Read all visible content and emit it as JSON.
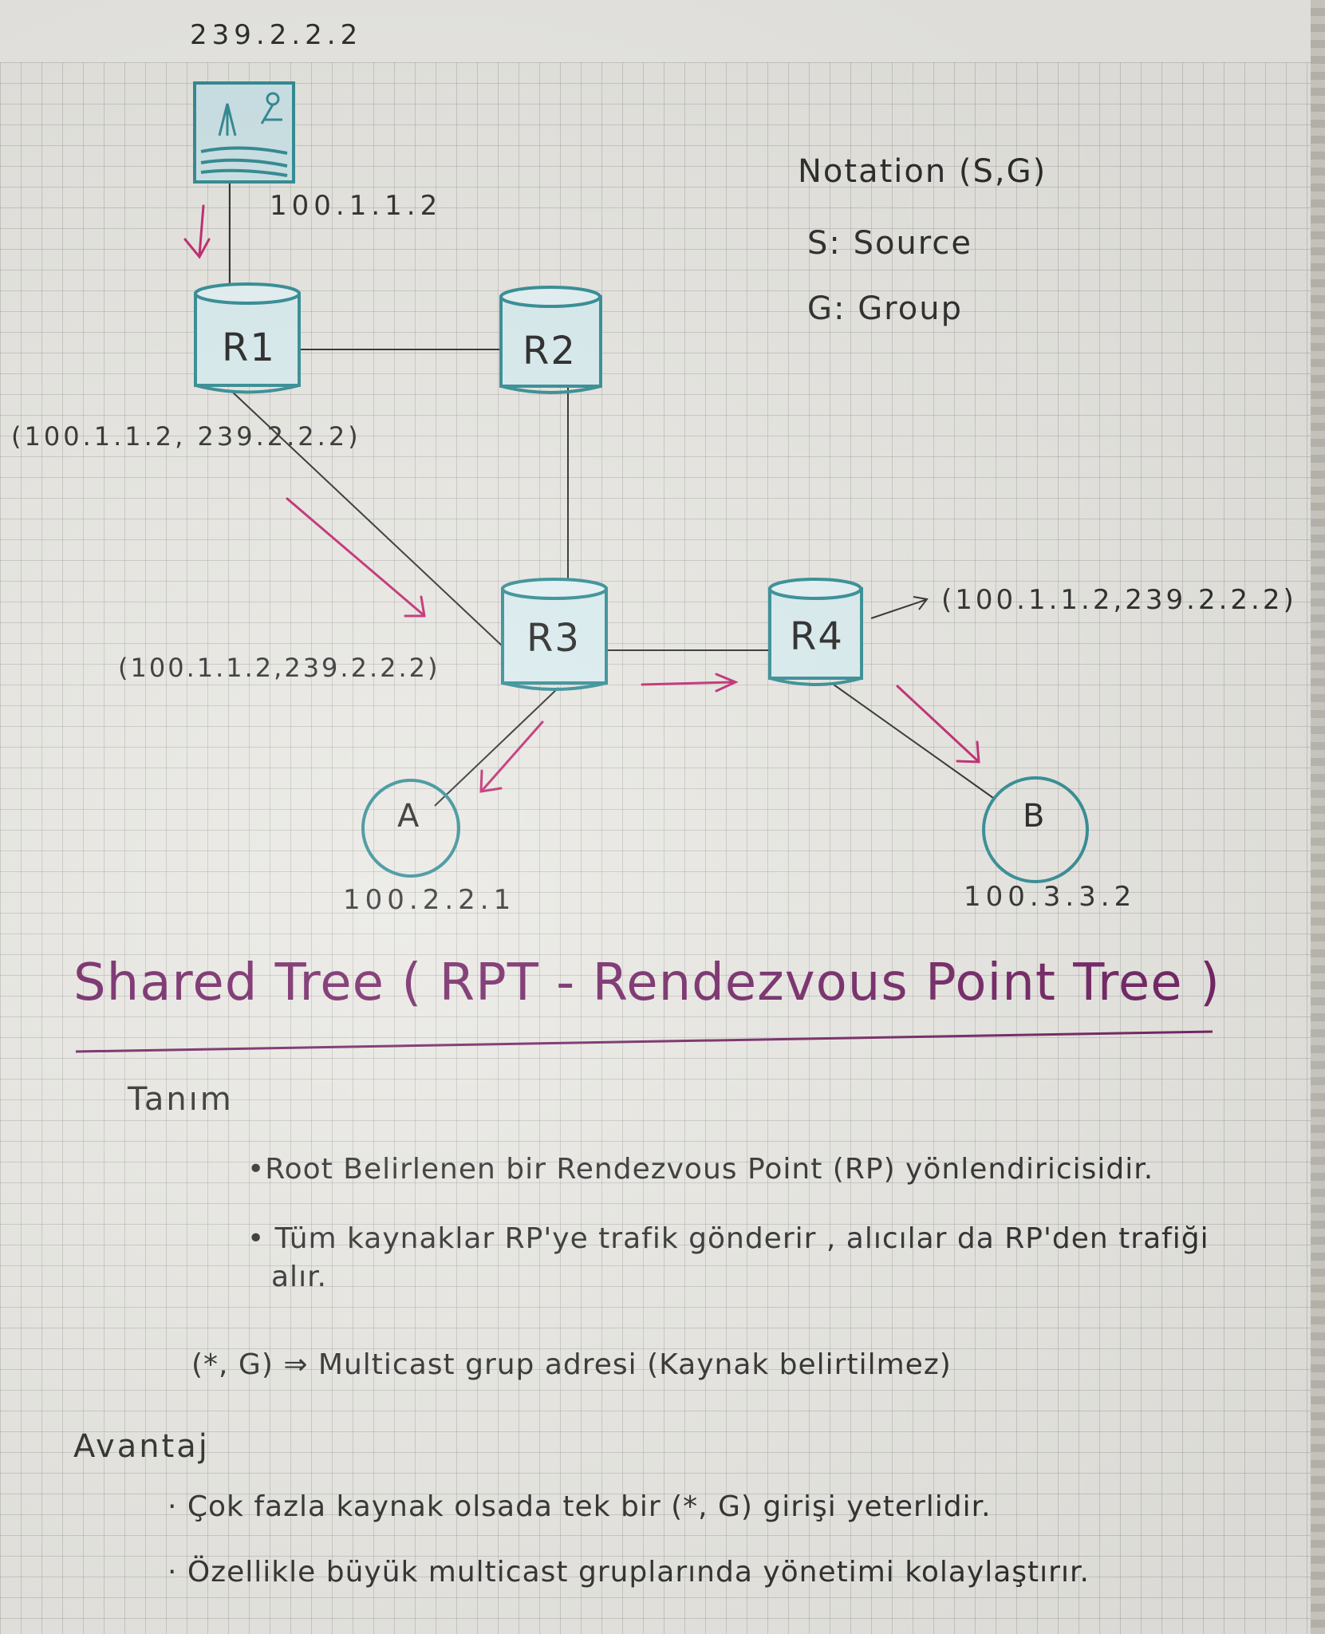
{
  "diagram": {
    "group_address": "239.2.2.2",
    "source_address": "100.1.1.2",
    "routers": [
      "R1",
      "R2",
      "R3",
      "R4"
    ],
    "hosts": [
      {
        "name": "A",
        "ip": "100.2.2.1"
      },
      {
        "name": "B",
        "ip": "100.3.3.2"
      }
    ],
    "sg_entries": [
      "(100.1.1.2, 239.2.2.2)",
      "(100.1.1.2,239.2.2.2)",
      "(100.1.1.2,239.2.2.2)"
    ],
    "legend": {
      "notation": "Notation (S,G)",
      "source": "S: Source",
      "group": "G: Group"
    }
  },
  "section": {
    "title": "Shared Tree ( RPT - Rendezvous Point Tree )",
    "tanim_heading": "Tanım",
    "bullets": [
      "•Root Belirlenen bir Rendezvous Point (RP) yönlendiricisidir.",
      "• Tüm kaynaklar RP'ye trafik gönderir , alıcılar da RP'den trafiği",
      "alır."
    ],
    "star_g": "(*, G) ⇒ Multicast grup adresi (Kaynak belirtilmez)",
    "avantaj_heading": "Avantaj",
    "avantaj_items": [
      "· Çok fazla kaynak olsada tek bir (*, G) girişi yeterlidir.",
      "· Özellikle büyük multicast gruplarında yönetimi kolaylaştırır."
    ]
  },
  "colors": {
    "ink": "#2a2a2a",
    "accent": "#6f1f61",
    "arrow": "#c0246e",
    "router_fill": "#d9edf0",
    "router_stroke": "#2f8b93"
  }
}
